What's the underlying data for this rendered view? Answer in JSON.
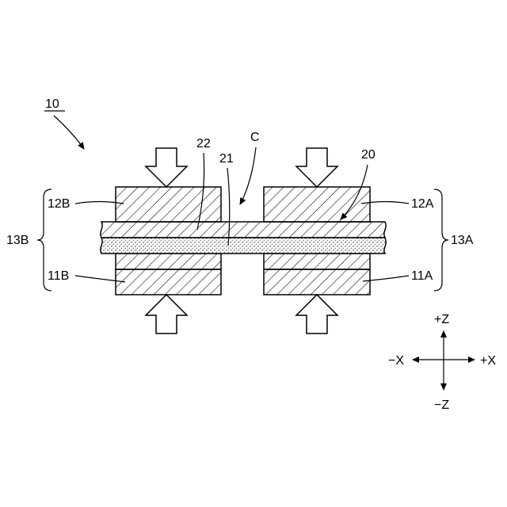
{
  "figure": {
    "ref_main": "10",
    "labels": {
      "l22": "22",
      "lC": "C",
      "l21": "21",
      "l20": "20",
      "l12B": "12B",
      "l12A": "12A",
      "l13B": "13B",
      "l13A": "13A",
      "l11B": "11B",
      "l11A": "11A"
    },
    "axes": {
      "pz": "+Z",
      "nz": "−Z",
      "px": "+X",
      "nx": "−X"
    }
  }
}
